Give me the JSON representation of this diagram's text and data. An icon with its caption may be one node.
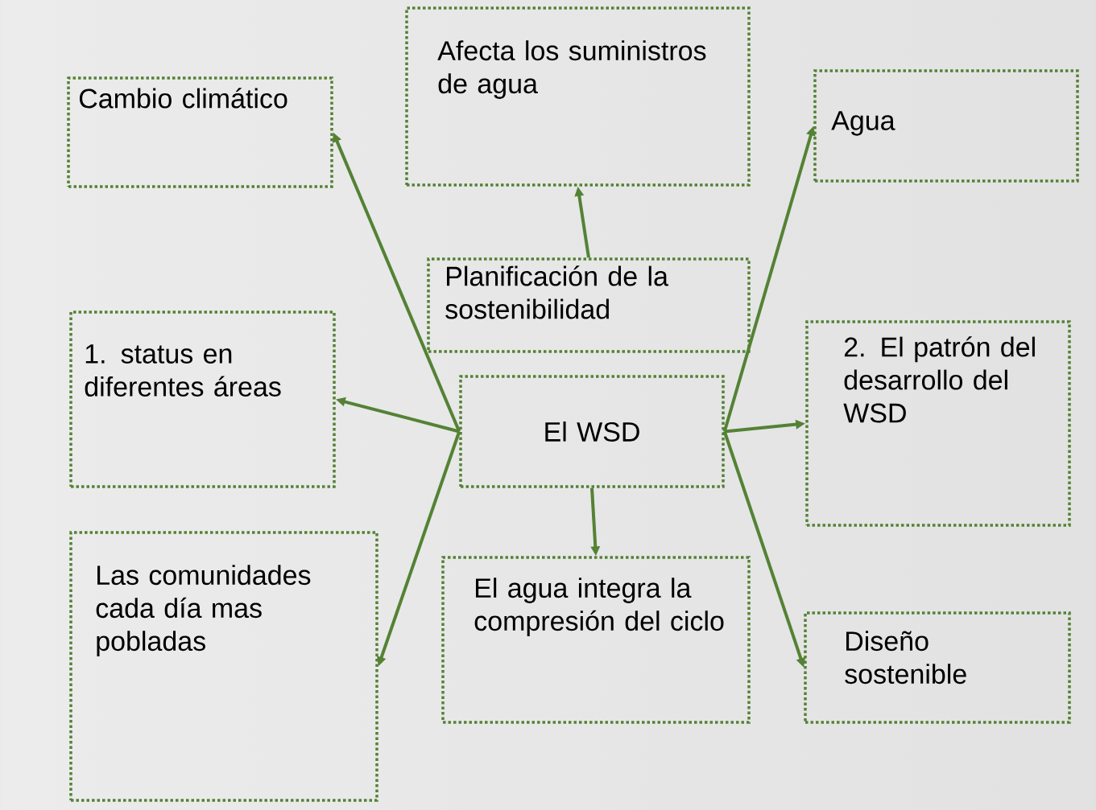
{
  "diagram": {
    "nodes": [
      {
        "text": [
          "Cambio climático"
        ]
      },
      {
        "text": [
          "Afecta los suministros de agua"
        ]
      },
      {
        "text": [
          "Agua"
        ]
      },
      {
        "text": [
          "Planificación de la sostenibilidad"
        ]
      },
      {
        "text": [
          "1. status en diferentes áreas"
        ]
      },
      {
        "text": [
          "El WSD"
        ]
      },
      {
        "text": [
          "2. El patrón del desarrollo del WSD"
        ]
      },
      {
        "text": [
          "Las comunidades cada día mas pobladas"
        ]
      },
      {
        "text": [
          "El agua integra la compresión del ciclo"
        ]
      },
      {
        "text": [
          "Diseño sostenible"
        ]
      }
    ],
    "edges": [
      {
        "from": 5,
        "to": 0,
        "arrow": "to"
      },
      {
        "from": 3,
        "to": 1,
        "arrow": "to"
      },
      {
        "from": 5,
        "to": 2,
        "arrow": "to"
      },
      {
        "from": 5,
        "to": 4,
        "arrow": "to"
      },
      {
        "from": 5,
        "to": 6,
        "arrow": "to"
      },
      {
        "from": 5,
        "to": 7,
        "arrow": "to"
      },
      {
        "from": 5,
        "to": 8,
        "arrow": "to"
      },
      {
        "from": 5,
        "to": 9,
        "arrow": "to"
      }
    ]
  }
}
